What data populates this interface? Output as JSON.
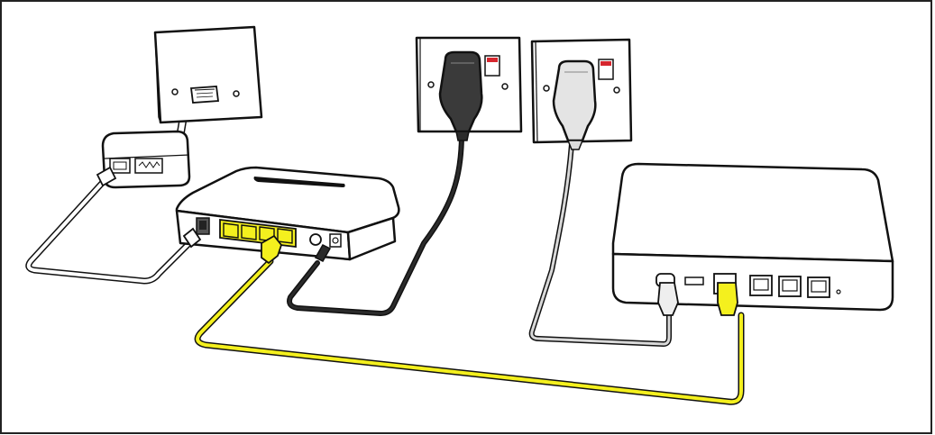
{
  "diagram": {
    "kind": "network-setup-illustration",
    "colors": {
      "background": "#ffffff",
      "outline": "#111111",
      "device_fill": "#ffffff",
      "ethernet_cable": "#f4f01e",
      "black_cable": "#2b2b2b",
      "grey_cable": "#d9d9d9",
      "white_cable": "#ffffff",
      "dark_plug": "#3a3a3a",
      "light_plug": "#e4e4e4",
      "switch_red": "#d6262e",
      "frame_border": "#222222"
    },
    "components": [
      {
        "id": "phone-wall-socket",
        "icon": "phone-socket-icon"
      },
      {
        "id": "dsl-filter",
        "icon": "dsl-filter-icon"
      },
      {
        "id": "adsl-router",
        "icon": "router-icon",
        "lan_ports": 4
      },
      {
        "id": "power-socket-left",
        "icon": "power-socket-icon"
      },
      {
        "id": "power-socket-right",
        "icon": "power-socket-icon"
      },
      {
        "id": "hub-device",
        "icon": "hub-icon",
        "lan_ports": 4
      }
    ],
    "connections": [
      {
        "id": "phone-line",
        "from": "phone-wall-socket",
        "to": "dsl-filter",
        "color": "white"
      },
      {
        "id": "dsl-line",
        "from": "dsl-filter",
        "to": "adsl-router",
        "color": "white"
      },
      {
        "id": "router-power",
        "from": "power-socket-left",
        "to": "adsl-router",
        "color": "black"
      },
      {
        "id": "hub-power",
        "from": "power-socket-right",
        "to": "hub-device",
        "color": "grey"
      },
      {
        "id": "ethernet-link",
        "from": "adsl-router",
        "to": "hub-device",
        "color": "yellow"
      }
    ]
  }
}
